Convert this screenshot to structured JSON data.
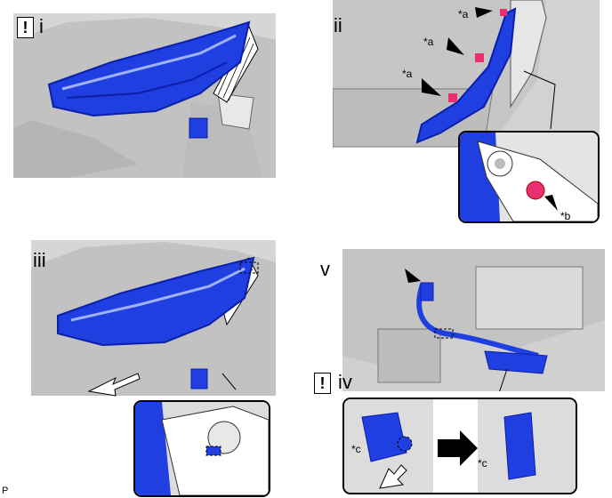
{
  "steps": [
    {
      "id": "i",
      "label": "i",
      "warning": true
    },
    {
      "id": "ii",
      "label": "ii",
      "warning": false
    },
    {
      "id": "iii",
      "label": "iii",
      "warning": false
    },
    {
      "id": "iv",
      "label": "iv",
      "warning": true
    },
    {
      "id": "v",
      "label": "v",
      "warning": false
    }
  ],
  "warning_symbol": "!",
  "callouts": {
    "a": "*a",
    "b": "*b",
    "c": "*c"
  },
  "corner_code": "P",
  "colors": {
    "lamp_blue": "#1f3fe0",
    "lamp_dark": "#0b1fa8",
    "engine_gray": "#c8c8c8",
    "line": "#000000",
    "pink": "#e83070"
  },
  "icons": [
    "warning-icon",
    "arrow-icon",
    "move-arrow-icon",
    "clip-icon",
    "hatch-mark"
  ]
}
